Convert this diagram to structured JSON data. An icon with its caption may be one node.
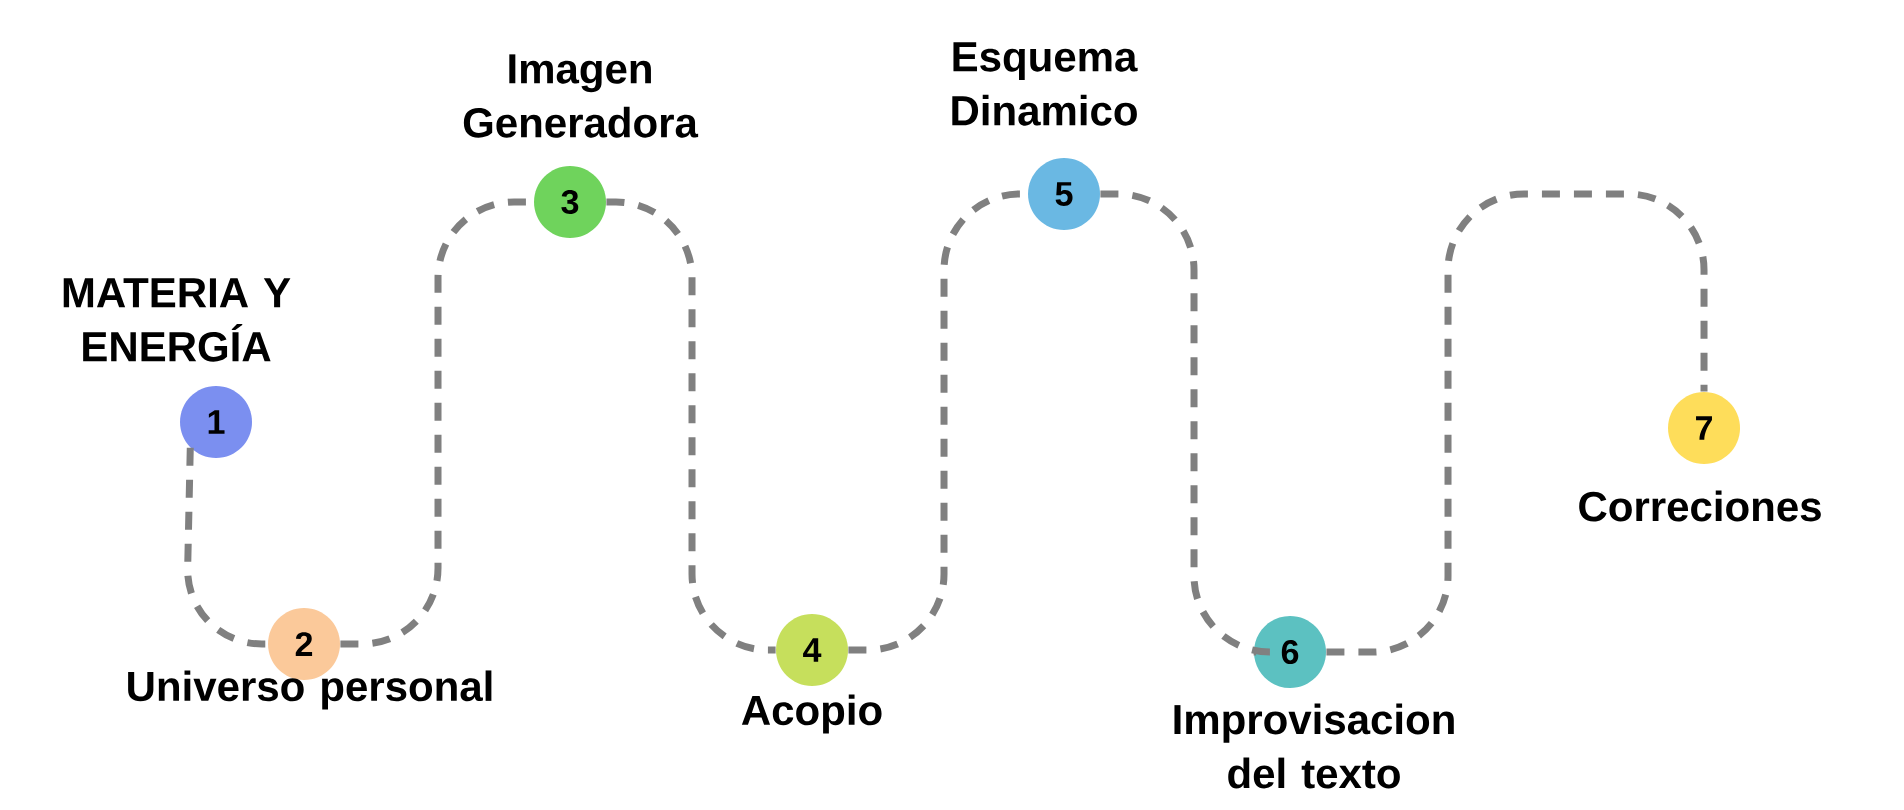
{
  "diagram": {
    "nodes": [
      {
        "text": [
          "1"
        ],
        "beside": [
          "MATERIA Y ENERGÍA"
        ]
      },
      {
        "text": [
          "2"
        ],
        "beside": [
          "Universo personal"
        ]
      },
      {
        "text": [
          "3"
        ],
        "beside": [
          "Imagen Generadora"
        ]
      },
      {
        "text": [
          "4"
        ],
        "beside": [
          "Acopio"
        ]
      },
      {
        "text": [
          "5"
        ],
        "beside": [
          "Esquema Dinamico"
        ]
      },
      {
        "text": [
          "6"
        ],
        "beside": [
          "Improvisacion del texto"
        ]
      },
      {
        "text": [
          "7"
        ],
        "beside": [
          "Correciones"
        ]
      }
    ],
    "edges": [
      {
        "from": 0,
        "to": 1,
        "arrow": "none",
        "style": "dashed"
      },
      {
        "from": 1,
        "to": 2,
        "arrow": "none",
        "style": "dashed"
      },
      {
        "from": 2,
        "to": 3,
        "arrow": "none",
        "style": "dashed"
      },
      {
        "from": 3,
        "to": 4,
        "arrow": "none",
        "style": "dashed"
      },
      {
        "from": 4,
        "to": 5,
        "arrow": "none",
        "style": "dashed"
      },
      {
        "from": 5,
        "to": 6,
        "arrow": "none",
        "style": "dashed"
      }
    ]
  }
}
